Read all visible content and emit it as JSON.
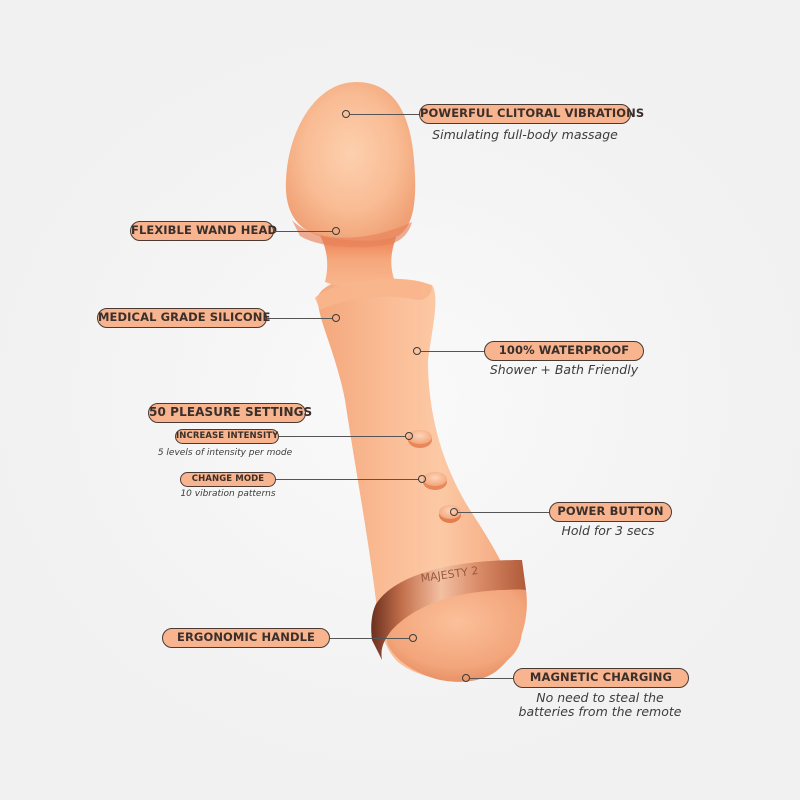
{
  "product": {
    "ring_engraving": "MAJESTY 2",
    "colors": {
      "body": "#f9b88e",
      "body_light": "#fdd2b0",
      "body_shadow": "#e8885a",
      "ring_copper": "#d98a66",
      "pill_fill": "#f7b48e",
      "pill_border": "#4a3a34",
      "background": "#f2f2f2"
    }
  },
  "callouts": {
    "clitoral": {
      "title": "POWERFUL CLITORAL VIBRATIONS",
      "subtitle": "Simulating full-body massage"
    },
    "wand_head": {
      "title": "FLEXIBLE WAND HEAD"
    },
    "silicone": {
      "title": "MEDICAL GRADE SILICONE"
    },
    "waterproof": {
      "title": "100% WATERPROOF",
      "subtitle": "Shower + Bath Friendly"
    },
    "settings": {
      "title": "50 PLEASURE SETTINGS",
      "intensity": {
        "title": "INCREASE INTENSITY",
        "subtitle": "5 levels of intensity per mode"
      },
      "mode": {
        "title": "CHANGE MODE",
        "subtitle": "10 vibration patterns"
      }
    },
    "power": {
      "title": "POWER BUTTON",
      "subtitle": "Hold for 3 secs"
    },
    "handle": {
      "title": "ERGONOMIC HANDLE"
    },
    "charging": {
      "title": "MAGNETIC CHARGING",
      "subtitle_line1": "No need to steal the",
      "subtitle_line2": "batteries from the remote"
    }
  }
}
